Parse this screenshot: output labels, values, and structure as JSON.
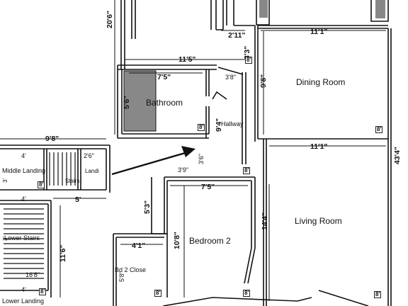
{
  "rooms": {
    "dining": "Dining Room",
    "living": "Living Room",
    "bathroom": "Bathroom",
    "bedroom2": "Bedroom 2",
    "hallway": "Hallway",
    "middle_landing": "Middle Landing",
    "lower_stairs": "Lower Stairs",
    "lower_landing": "Lower Landing",
    "bd2_closet": "Bd 2 Close"
  },
  "dimensions": {
    "left_wall": "20'6\"",
    "top_2_11": "2'11\"",
    "dining_width_top": "11'1\"",
    "bath_width": "11'5\"",
    "small_3_3": "3'3\"",
    "bath_inner": "7'5\"",
    "hall_3_8": "3'8\"",
    "dining_depth": "9'8\"",
    "bath_depth": "5'6\"",
    "hall_length": "9'4\"",
    "stairs_width": "9'8\"",
    "dining_width_bottom": "11'1\"",
    "total_right": "43'4\"",
    "landing_4": "4'",
    "landing_2_6": "2'6\"",
    "hall_3_6": "3'6\"",
    "hall_3_9": "3'9\"",
    "bed_width": "7'5\"",
    "stair_3": "3'",
    "stair_4": "4'",
    "stair_5": "5'",
    "bed_5_3": "5'3\"",
    "living_depth": "14'4\"",
    "bed_depth": "10'8\"",
    "closet_width": "4'1\"",
    "stairs_len": "11'6\"",
    "lower_3": "3'",
    "stair_16_8": "16'8\"",
    "lower_4": "4'",
    "closet_5_8": "5'8\""
  },
  "ceiling_badges": [
    "8'",
    "8'",
    "8'",
    "8'",
    "8'",
    "8'",
    "8'",
    "8'",
    "8'"
  ],
  "fragments": {
    "landi": "Landi",
    "stairs_label": "Stairs"
  }
}
